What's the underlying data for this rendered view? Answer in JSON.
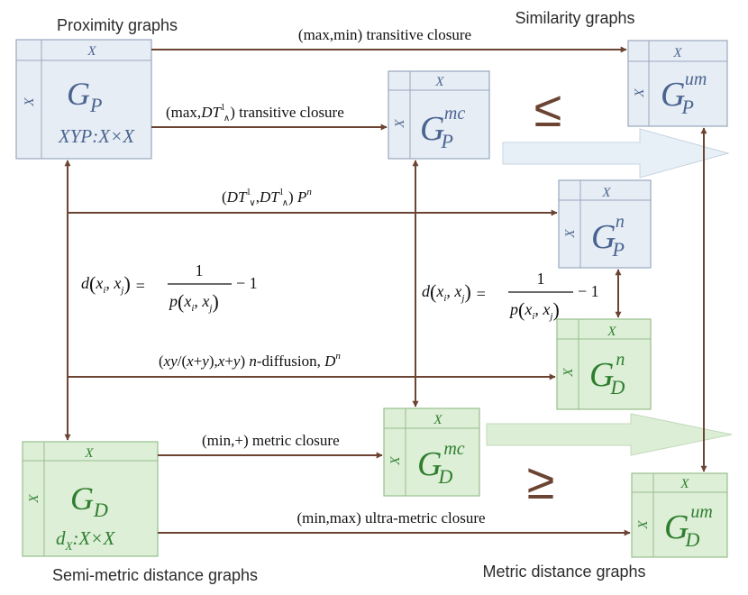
{
  "colors": {
    "arrow": "#6b4433",
    "proximity_fill": "#e7edf5",
    "proximity_border": "#98a8bf",
    "proximity_text": "#4a6490",
    "distance_fill": "#ddefd7",
    "distance_border": "#98be8c",
    "distance_text": "#2e7e2e",
    "big_arrow_blue": "#e8f0f7",
    "big_arrow_green": "#dcefd6"
  },
  "headings": {
    "proximity": "Proximity graphs",
    "similarity": "Similarity graphs",
    "semimetric": "Semi-metric distance graphs",
    "metric": "Metric distance graphs"
  },
  "matrices": {
    "gp": {
      "axis_top": "X",
      "axis_left": "X",
      "symbol": "G",
      "sub": "P",
      "sup": "",
      "caption": "XYP:X×X"
    },
    "gp_mc": {
      "axis_top": "X",
      "axis_left": "X",
      "symbol": "G",
      "sub": "P",
      "sup": "mc"
    },
    "gp_um": {
      "axis_top": "X",
      "axis_left": "X",
      "symbol": "G",
      "sub": "P",
      "sup": "um"
    },
    "gp_n": {
      "axis_top": "X",
      "axis_left": "X",
      "symbol": "G",
      "sub": "P",
      "sup": "n"
    },
    "gd_n": {
      "axis_top": "X",
      "axis_left": "X",
      "symbol": "G",
      "sub": "D",
      "sup": "n"
    },
    "gd_mc": {
      "axis_top": "X",
      "axis_left": "X",
      "symbol": "G",
      "sub": "D",
      "sup": "mc"
    },
    "gd": {
      "axis_top": "X",
      "axis_left": "X",
      "symbol": "G",
      "sub": "D",
      "sup": "",
      "caption_main": "d",
      "caption_sub": "X",
      "caption_rest": ":X×X"
    },
    "gd_um": {
      "axis_top": "X",
      "axis_left": "X",
      "symbol": "G",
      "sub": "D",
      "sup": "um"
    }
  },
  "edges": {
    "maxmin": "(max,min) transitive closure",
    "maxdt_pre": "(max,",
    "maxdt_dt": "DT",
    "maxdt_1": "1",
    "maxdt_and": "∧",
    "maxdt_post": ") transitive closure",
    "dtdt_open": "(",
    "dtdt_dt1": "DT",
    "dtdt_one1": "1",
    "dtdt_or": "∨",
    "dtdt_comma": ",",
    "dtdt_dt2": "DT",
    "dtdt_one2": "1",
    "dtdt_and": "∧",
    "dtdt_close": ") ",
    "dtdt_p": "P",
    "dtdt_n": "n",
    "diff_pre": "(",
    "diff_xy": "xy",
    "diff_slash": "/(",
    "diff_x": "x",
    "diff_plus": "+",
    "diff_y": "y",
    "diff_mid": "),",
    "diff_x2": "x",
    "diff_plus2": "+",
    "diff_y2": "y",
    "diff_close": ") ",
    "diff_n": "n",
    "diff_label": "-diffusion, ",
    "diff_D": "D",
    "diff_sup": "n",
    "minplus": "(min,+) metric closure",
    "minmax": "(min,max) ultra-metric closure"
  },
  "formula": {
    "d": "d",
    "xi": "x",
    "i": "i",
    "comma": ", ",
    "xj": "x",
    "j": "j",
    "equals": "=",
    "numerator": "1",
    "p": "p",
    "minus_one": "− 1"
  },
  "relations": {
    "leq": "≤",
    "geq": "≥"
  }
}
